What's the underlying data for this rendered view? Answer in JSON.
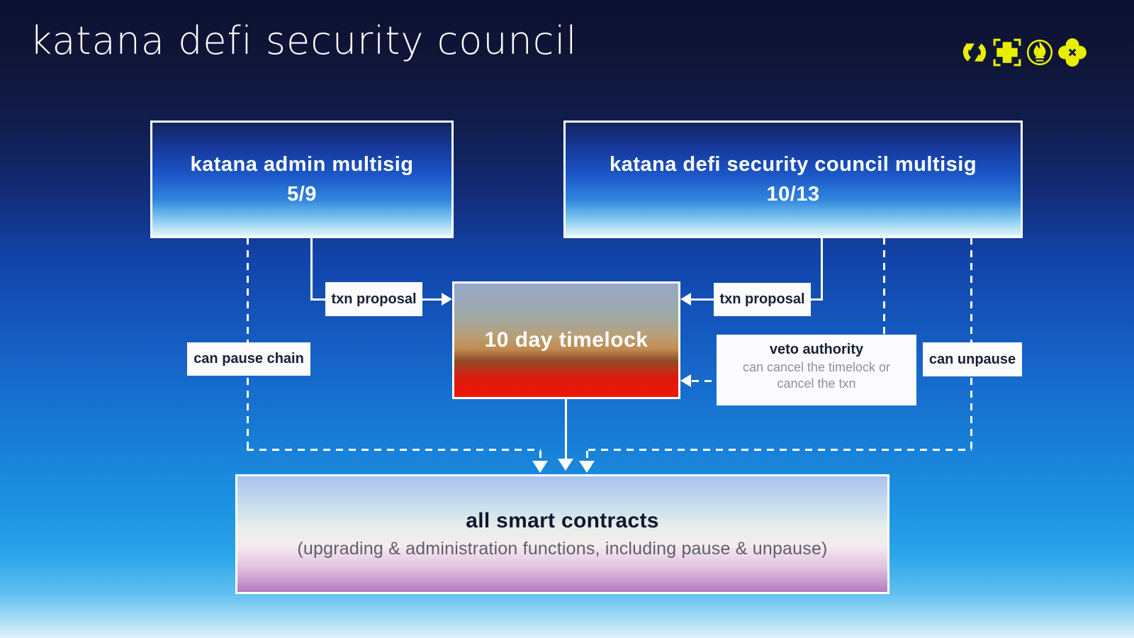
{
  "title": "katana defi security council",
  "header_icons": [
    {
      "name": "refresh-icon"
    },
    {
      "name": "plus-target-icon"
    },
    {
      "name": "flame-icon"
    },
    {
      "name": "clover-icon"
    }
  ],
  "colors": {
    "accent_yellow": "#e9ee00",
    "timelock_red": "#f01505",
    "background_top": "#0c1130",
    "background_bottom": "#dff2fc",
    "tag_text": "#191f33"
  },
  "nodes": {
    "admin_multisig": {
      "label": "katana admin multisig",
      "threshold": "5/9"
    },
    "council_multisig": {
      "label": "katana defi security council multisig",
      "threshold": "10/13"
    },
    "timelock": {
      "label": "10 day timelock"
    },
    "contracts": {
      "title": "all smart contracts",
      "subtitle": "(upgrading & administration functions, including pause & unpause)"
    }
  },
  "edges": {
    "txn_proposal_left": {
      "label": "txn proposal"
    },
    "txn_proposal_right": {
      "label": "txn proposal"
    },
    "can_pause_chain": {
      "label": "can pause chain"
    },
    "can_unpause": {
      "label": "can unpause"
    },
    "veto": {
      "title": "veto authority",
      "line1": "can cancel the timelock or",
      "line2": "cancel the txn"
    }
  }
}
